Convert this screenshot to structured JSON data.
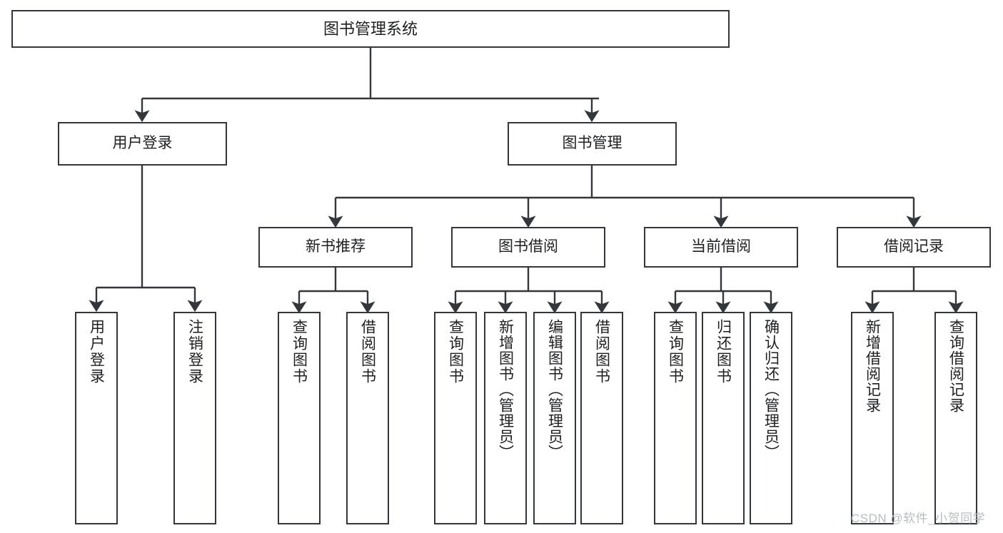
{
  "diagram": {
    "title": "图书管理系统",
    "type": "tree",
    "stroke_color": "#33373b",
    "fill_color": "#ffffff",
    "text_color": "#1d1f21",
    "nodes": {
      "root": {
        "label": "图书管理系统"
      },
      "l1": [
        {
          "id": "user-login",
          "label": "用户登录"
        },
        {
          "id": "book-manage",
          "label": "图书管理"
        }
      ],
      "l2": [
        {
          "id": "new-book-recommend",
          "label": "新书推荐"
        },
        {
          "id": "book-borrow",
          "label": "图书借阅"
        },
        {
          "id": "current-borrow",
          "label": "当前借阅"
        },
        {
          "id": "borrow-record",
          "label": "借阅记录"
        }
      ],
      "leaves": {
        "user_login": [
          {
            "id": "leaf-user-login",
            "label": "用户登录"
          },
          {
            "id": "leaf-logout-login",
            "label": "注销登录"
          }
        ],
        "new_book_recommend": [
          {
            "id": "leaf-query-book-1",
            "label": "查询图书"
          },
          {
            "id": "leaf-borrow-book-1",
            "label": "借阅图书"
          }
        ],
        "book_borrow": [
          {
            "id": "leaf-query-book-2",
            "label": "查询图书"
          },
          {
            "id": "leaf-add-book",
            "label": "新增图书（管理员）"
          },
          {
            "id": "leaf-edit-book",
            "label": "编辑图书（管理员）"
          },
          {
            "id": "leaf-borrow-book-2",
            "label": "借阅图书"
          }
        ],
        "current_borrow": [
          {
            "id": "leaf-query-book-3",
            "label": "查询图书"
          },
          {
            "id": "leaf-return-book",
            "label": "归还图书"
          },
          {
            "id": "leaf-confirm-return",
            "label": "确认归还（管理员）"
          }
        ],
        "borrow_record": [
          {
            "id": "leaf-add-record",
            "label": "新增借阅记录"
          },
          {
            "id": "leaf-query-record",
            "label": "查询借阅记录"
          }
        ]
      }
    }
  },
  "watermark": {
    "text": "CSDN @软件_小贺同学"
  }
}
